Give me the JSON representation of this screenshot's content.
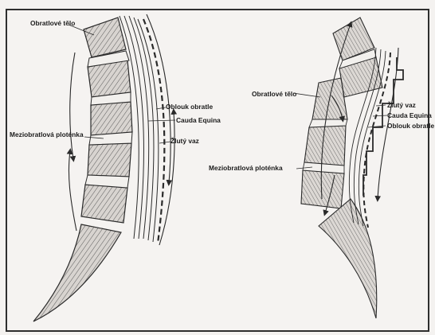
{
  "left_diagram": {
    "labels": {
      "vertebral_body": "Obratlové tělo",
      "intervertebral_disc": "Meziobratlová ploténka",
      "vertebral_arch": "Oblouk obratle",
      "cauda_equina": "Cauda Equina",
      "yellow_ligament": "Žlutý vaz"
    }
  },
  "right_diagram": {
    "labels": {
      "vertebral_body": "Obratlové tělo",
      "intervertebral_disc": "Meziobratlová ploténka",
      "yellow_ligament": "Žlutý vaz",
      "cauda_equina": "Cauda Equina",
      "vertebral_arch": "Oblouk obratle"
    }
  },
  "colors": {
    "paper": "#f4f2f0",
    "frame": "#2e2e2e",
    "ink": "#2a2a2a",
    "bone_fill": "#d8d4d0",
    "disc_fill": "#f2f0ed"
  }
}
